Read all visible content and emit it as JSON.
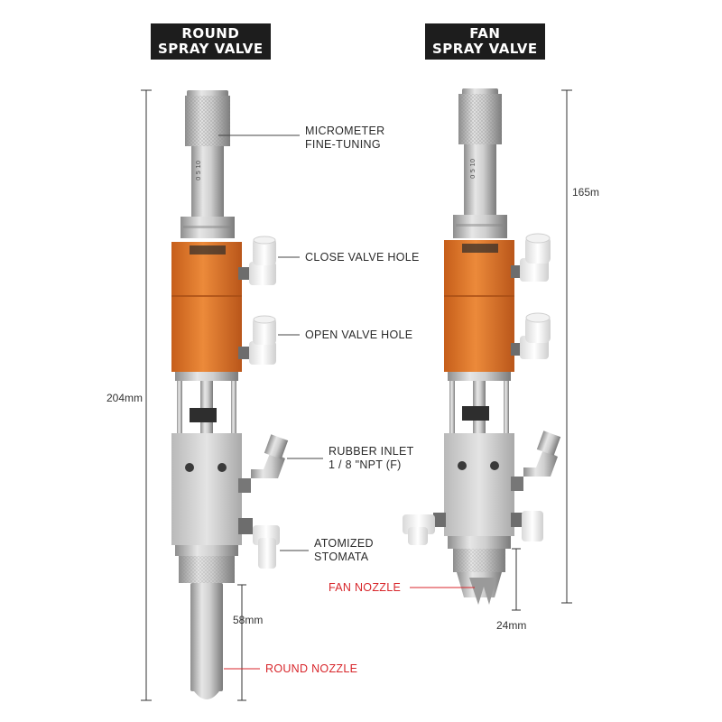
{
  "titles": {
    "round": [
      "ROUND",
      "SPRAY VALVE"
    ],
    "fan": [
      "FAN",
      "SPRAY VALVE"
    ]
  },
  "labels": {
    "micrometer": [
      "MICROMETER",
      "FINE-TUNING"
    ],
    "close_valve": "CLOSE VALVE HOLE",
    "open_valve": "OPEN VALVE HOLE",
    "rubber_inlet": [
      "RUBBER INLET",
      "1 / 8 \"NPT (F)"
    ],
    "atomized": [
      "ATOMIZED",
      "STOMATA"
    ],
    "fan_nozzle": "FAN NOZZLE",
    "round_nozzle": "ROUND NOZZLE"
  },
  "dimensions": {
    "round_total": "204mm",
    "round_nozzle": "58mm",
    "fan_total": "165m",
    "fan_nozzle": "24mm"
  },
  "colors": {
    "orange": "#e2782a",
    "label_red": "#d8262b",
    "badge": "#1d1d1d"
  }
}
